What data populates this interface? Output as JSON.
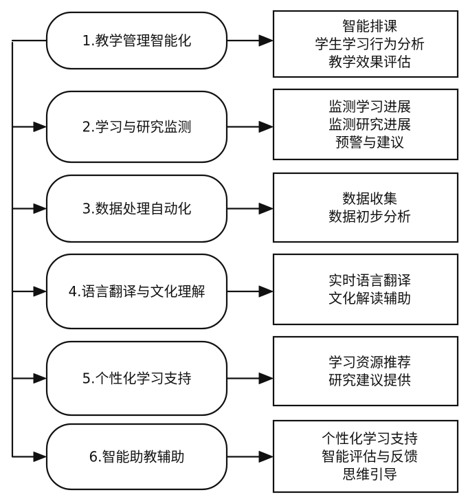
{
  "items": [
    {
      "title": "1.教学管理智能化",
      "details": [
        "智能排课",
        "学生学习行为分析",
        "教学效果评估"
      ]
    },
    {
      "title": "2.学习与研究监测",
      "details": [
        "监测学习进展",
        "监测研究进展",
        "预警与建议"
      ]
    },
    {
      "title": "3.数据处理自动化",
      "details": [
        "数据收集",
        "数据初步分析"
      ]
    },
    {
      "title": "4.语言翻译与文化理解",
      "details": [
        "实时语言翻译",
        "文化解读辅助"
      ]
    },
    {
      "title": "5.个性化学习支持",
      "details": [
        "学习资源推荐",
        "研究建议提供"
      ]
    },
    {
      "title": "6.智能助教辅助",
      "details": [
        "个性化学习支持",
        "智能评估与反馈",
        "思维引导"
      ]
    }
  ],
  "colors": {
    "stroke": "#111111",
    "background": "#ffffff"
  }
}
